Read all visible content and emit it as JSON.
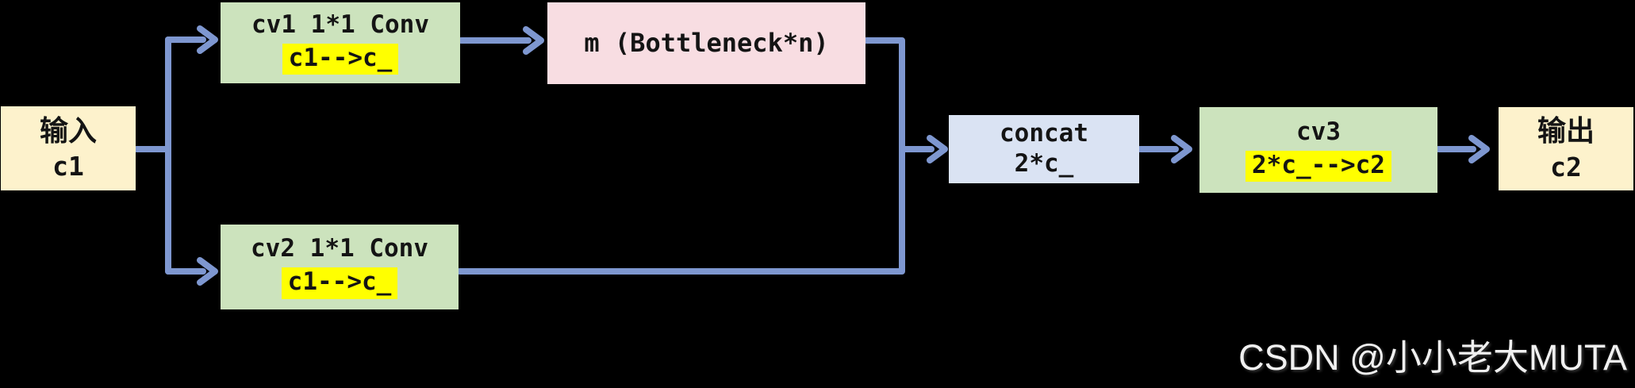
{
  "background": "#000000",
  "colors": {
    "background": "#000000",
    "node_cream": "#fdf2cc",
    "node_green": "#cce3bd",
    "node_pink": "#f8dde2",
    "node_blue": "#dae3f3",
    "highlight": "#ffff00",
    "arrow": "#7e97d0",
    "watermark": "#f0f0f0"
  },
  "nodes": {
    "input": {
      "line1": "输入",
      "line2": "c1"
    },
    "cv1": {
      "line1": "cv1 1*1 Conv",
      "line2": "c1-->c_"
    },
    "m": {
      "line1": "m (Bottleneck*n)"
    },
    "cv2": {
      "line1": "cv2 1*1 Conv",
      "line2": "c1-->c_"
    },
    "concat": {
      "line1": "concat",
      "line2": "2*c_"
    },
    "cv3": {
      "line1": "cv3",
      "line2": "2*c_-->c2"
    },
    "output": {
      "line1": "输出",
      "line2": "c2"
    }
  },
  "edges": [
    {
      "from": "input",
      "to": "cv1"
    },
    {
      "from": "input",
      "to": "cv2"
    },
    {
      "from": "cv1",
      "to": "m"
    },
    {
      "from": "m",
      "to": "concat"
    },
    {
      "from": "cv2",
      "to": "concat"
    },
    {
      "from": "concat",
      "to": "cv3"
    },
    {
      "from": "cv3",
      "to": "output"
    }
  ],
  "watermark": {
    "text": "CSDN @小小老大MUTA"
  }
}
